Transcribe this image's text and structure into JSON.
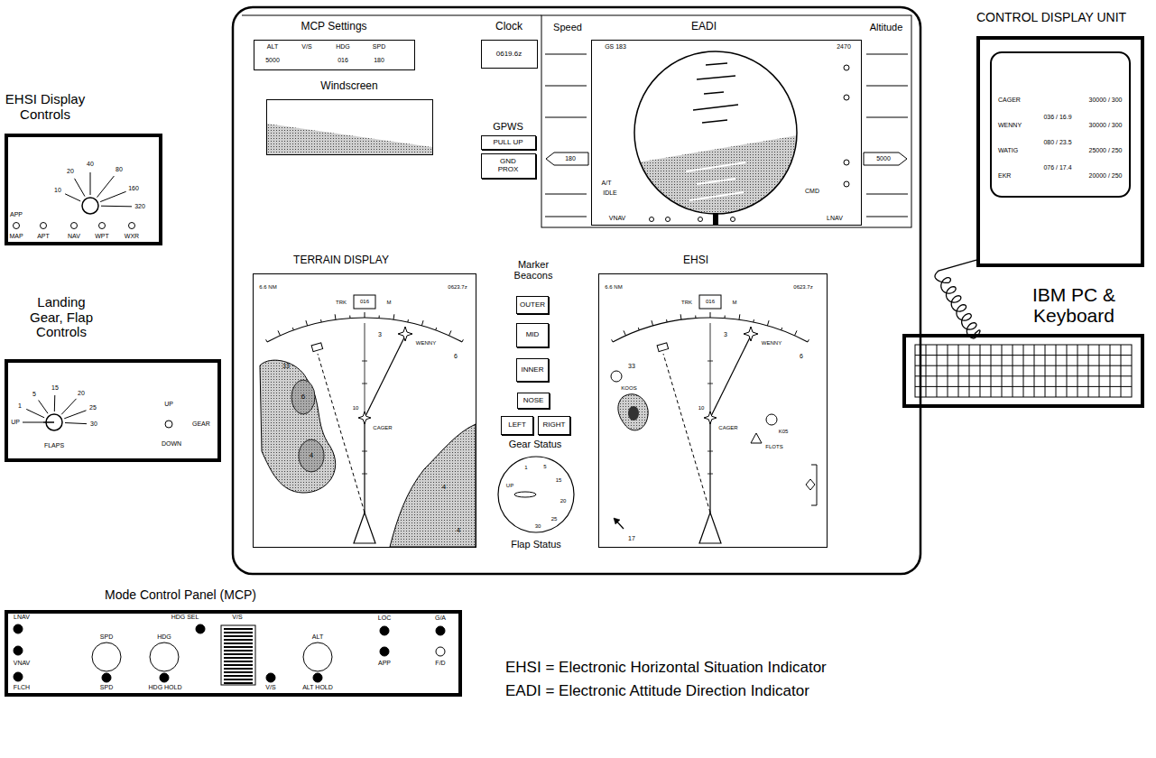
{
  "diagram": {
    "nodes": [
      {
        "text": [
          "EHSI Display Controls"
        ]
      },
      {
        "text": [
          "Landing Gear, Flap Controls"
        ]
      },
      {
        "text": [
          "MCP Settings"
        ]
      },
      {
        "text": [
          "Clock",
          "0619.6z"
        ]
      },
      {
        "text": [
          "EADI"
        ]
      },
      {
        "text": [
          "Windscreen"
        ]
      },
      {
        "text": [
          "PULL UP"
        ]
      },
      {
        "text": [
          "GND PROX"
        ]
      },
      {
        "text": [
          "TERRAIN DISPLAY"
        ]
      },
      {
        "text": [
          "OUTER"
        ]
      },
      {
        "text": [
          "MID"
        ]
      },
      {
        "text": [
          "INNER"
        ]
      },
      {
        "text": [
          "NOSE"
        ]
      },
      {
        "text": [
          "LEFT"
        ]
      },
      {
        "text": [
          "RIGHT"
        ]
      },
      {
        "text": [
          "EHSI"
        ]
      },
      {
        "text": [
          "CONTROL DISPLAY UNIT"
        ]
      },
      {
        "text": [
          "IBM PC & Keyboard"
        ]
      },
      {
        "text": [
          "Mode Control Panel (MCP)"
        ]
      }
    ],
    "edges": [
      {
        "from": 17,
        "to": 16,
        "arrow": "none"
      }
    ],
    "labels": [
      "10",
      "20",
      "40",
      "80",
      "160",
      "320",
      "APP",
      "MAP",
      "APT",
      "NAV",
      "WPT",
      "WXR",
      "1",
      "5",
      "15",
      "20",
      "25",
      "30",
      "UP",
      "FLAPS",
      "UP",
      "GEAR",
      "DOWN",
      "ALT",
      "V/S",
      "HDG",
      "SPD",
      "5000",
      "016",
      "180",
      "Speed",
      "Altitude",
      "GS 183",
      "2470",
      "180",
      "5000",
      "A/T",
      "IDLE",
      "CMD",
      "VNAV",
      "LNAV",
      "GPWS",
      "6.6 NM",
      "0623.7z",
      "TRK",
      "016",
      "M",
      "33",
      "3",
      "6",
      "10",
      "WENNY",
      "CAGER",
      "6",
      "4",
      "4",
      "4",
      "Marker Beacons",
      "Gear Status",
      "1",
      "5",
      "15",
      "20",
      "25",
      "30",
      "UP",
      "Flap Status",
      "6.6 NM",
      "0623.7z",
      "TRK",
      "016",
      "M",
      "33",
      "3",
      "6",
      "10",
      "WENNY",
      "CAGER",
      "KOOS",
      "K05",
      "FLOTS",
      "17",
      "CAGER",
      "30000 / 300",
      "WENNY",
      "036 / 16.9",
      "30000 / 300",
      "WATIG",
      "080 / 23.5",
      "25000 / 250",
      "EKR",
      "076 / 17.4",
      "20000 / 250",
      "LNAV",
      "VNAV",
      "FLCH",
      "SPD",
      "SPD",
      "HDG SEL",
      "HDG",
      "HDG HOLD",
      "V/S",
      "V/S",
      "ALT",
      "ALT HOLD",
      "LOC",
      "G/A",
      "APP",
      "F/D",
      "EHSI = Electronic Horizontal Situation Indicator",
      "EADI = Electronic Attitude Direction Indicator"
    ]
  }
}
